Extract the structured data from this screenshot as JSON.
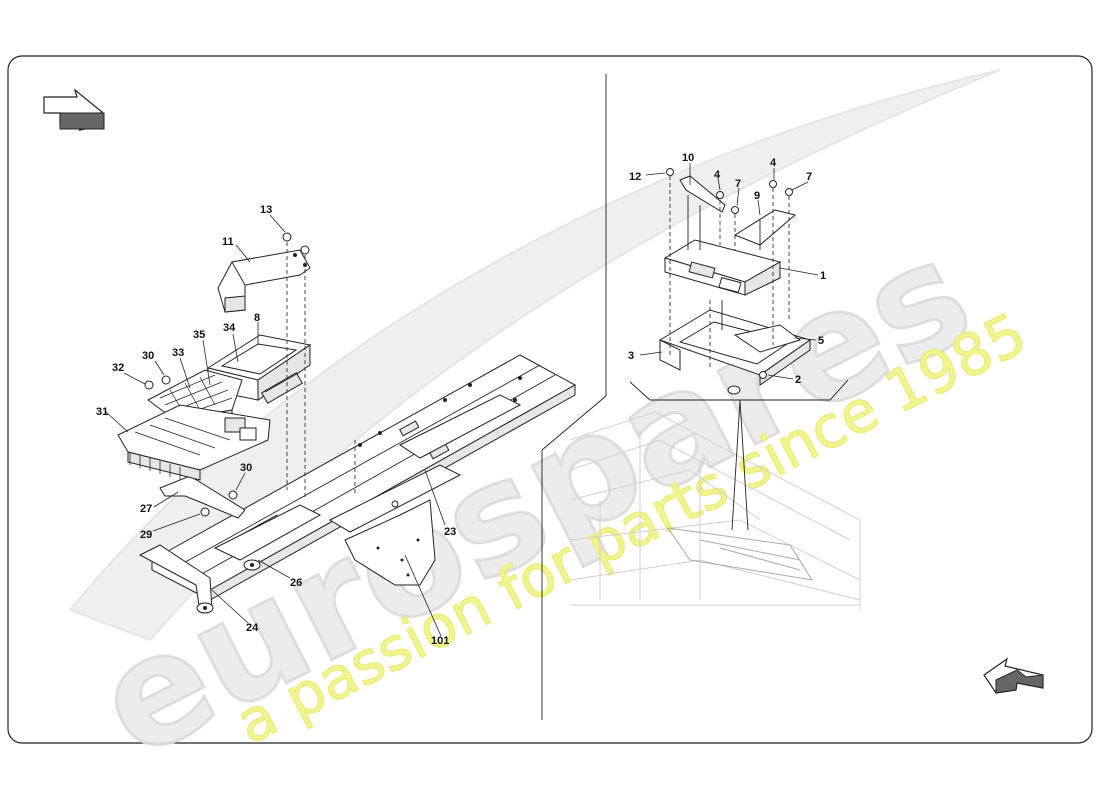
{
  "watermark": {
    "brand": "eurospares",
    "tagline": "a passion for parts since 1985"
  },
  "callouts": [
    {
      "id": "c13",
      "text": "13"
    },
    {
      "id": "c11",
      "text": "11"
    },
    {
      "id": "c34",
      "text": "34"
    },
    {
      "id": "c8",
      "text": "8"
    },
    {
      "id": "c35",
      "text": "35"
    },
    {
      "id": "c30a",
      "text": "30"
    },
    {
      "id": "c33",
      "text": "33"
    },
    {
      "id": "c32",
      "text": "32"
    },
    {
      "id": "c31",
      "text": "31"
    },
    {
      "id": "c30b",
      "text": "30"
    },
    {
      "id": "c27",
      "text": "27"
    },
    {
      "id": "c29",
      "text": "29"
    },
    {
      "id": "c26",
      "text": "26"
    },
    {
      "id": "c24",
      "text": "24"
    },
    {
      "id": "c101",
      "text": "101"
    },
    {
      "id": "c23",
      "text": "23"
    },
    {
      "id": "c12",
      "text": "12"
    },
    {
      "id": "c10",
      "text": "10"
    },
    {
      "id": "c4a",
      "text": "4"
    },
    {
      "id": "c7a",
      "text": "7"
    },
    {
      "id": "c9",
      "text": "9"
    },
    {
      "id": "c4b",
      "text": "4"
    },
    {
      "id": "c7b",
      "text": "7"
    },
    {
      "id": "c1",
      "text": "1"
    },
    {
      "id": "c5",
      "text": "5"
    },
    {
      "id": "c3",
      "text": "3"
    },
    {
      "id": "c2",
      "text": "2"
    }
  ],
  "colors": {
    "frame": "#222222",
    "line": "#222222",
    "watermark_gray": "#d8d8d8",
    "watermark_yellow": "#eef27a",
    "ghost_line": "#cfcfcf"
  },
  "icons": [
    "direction-arrow-icon-left",
    "direction-arrow-icon-right"
  ]
}
